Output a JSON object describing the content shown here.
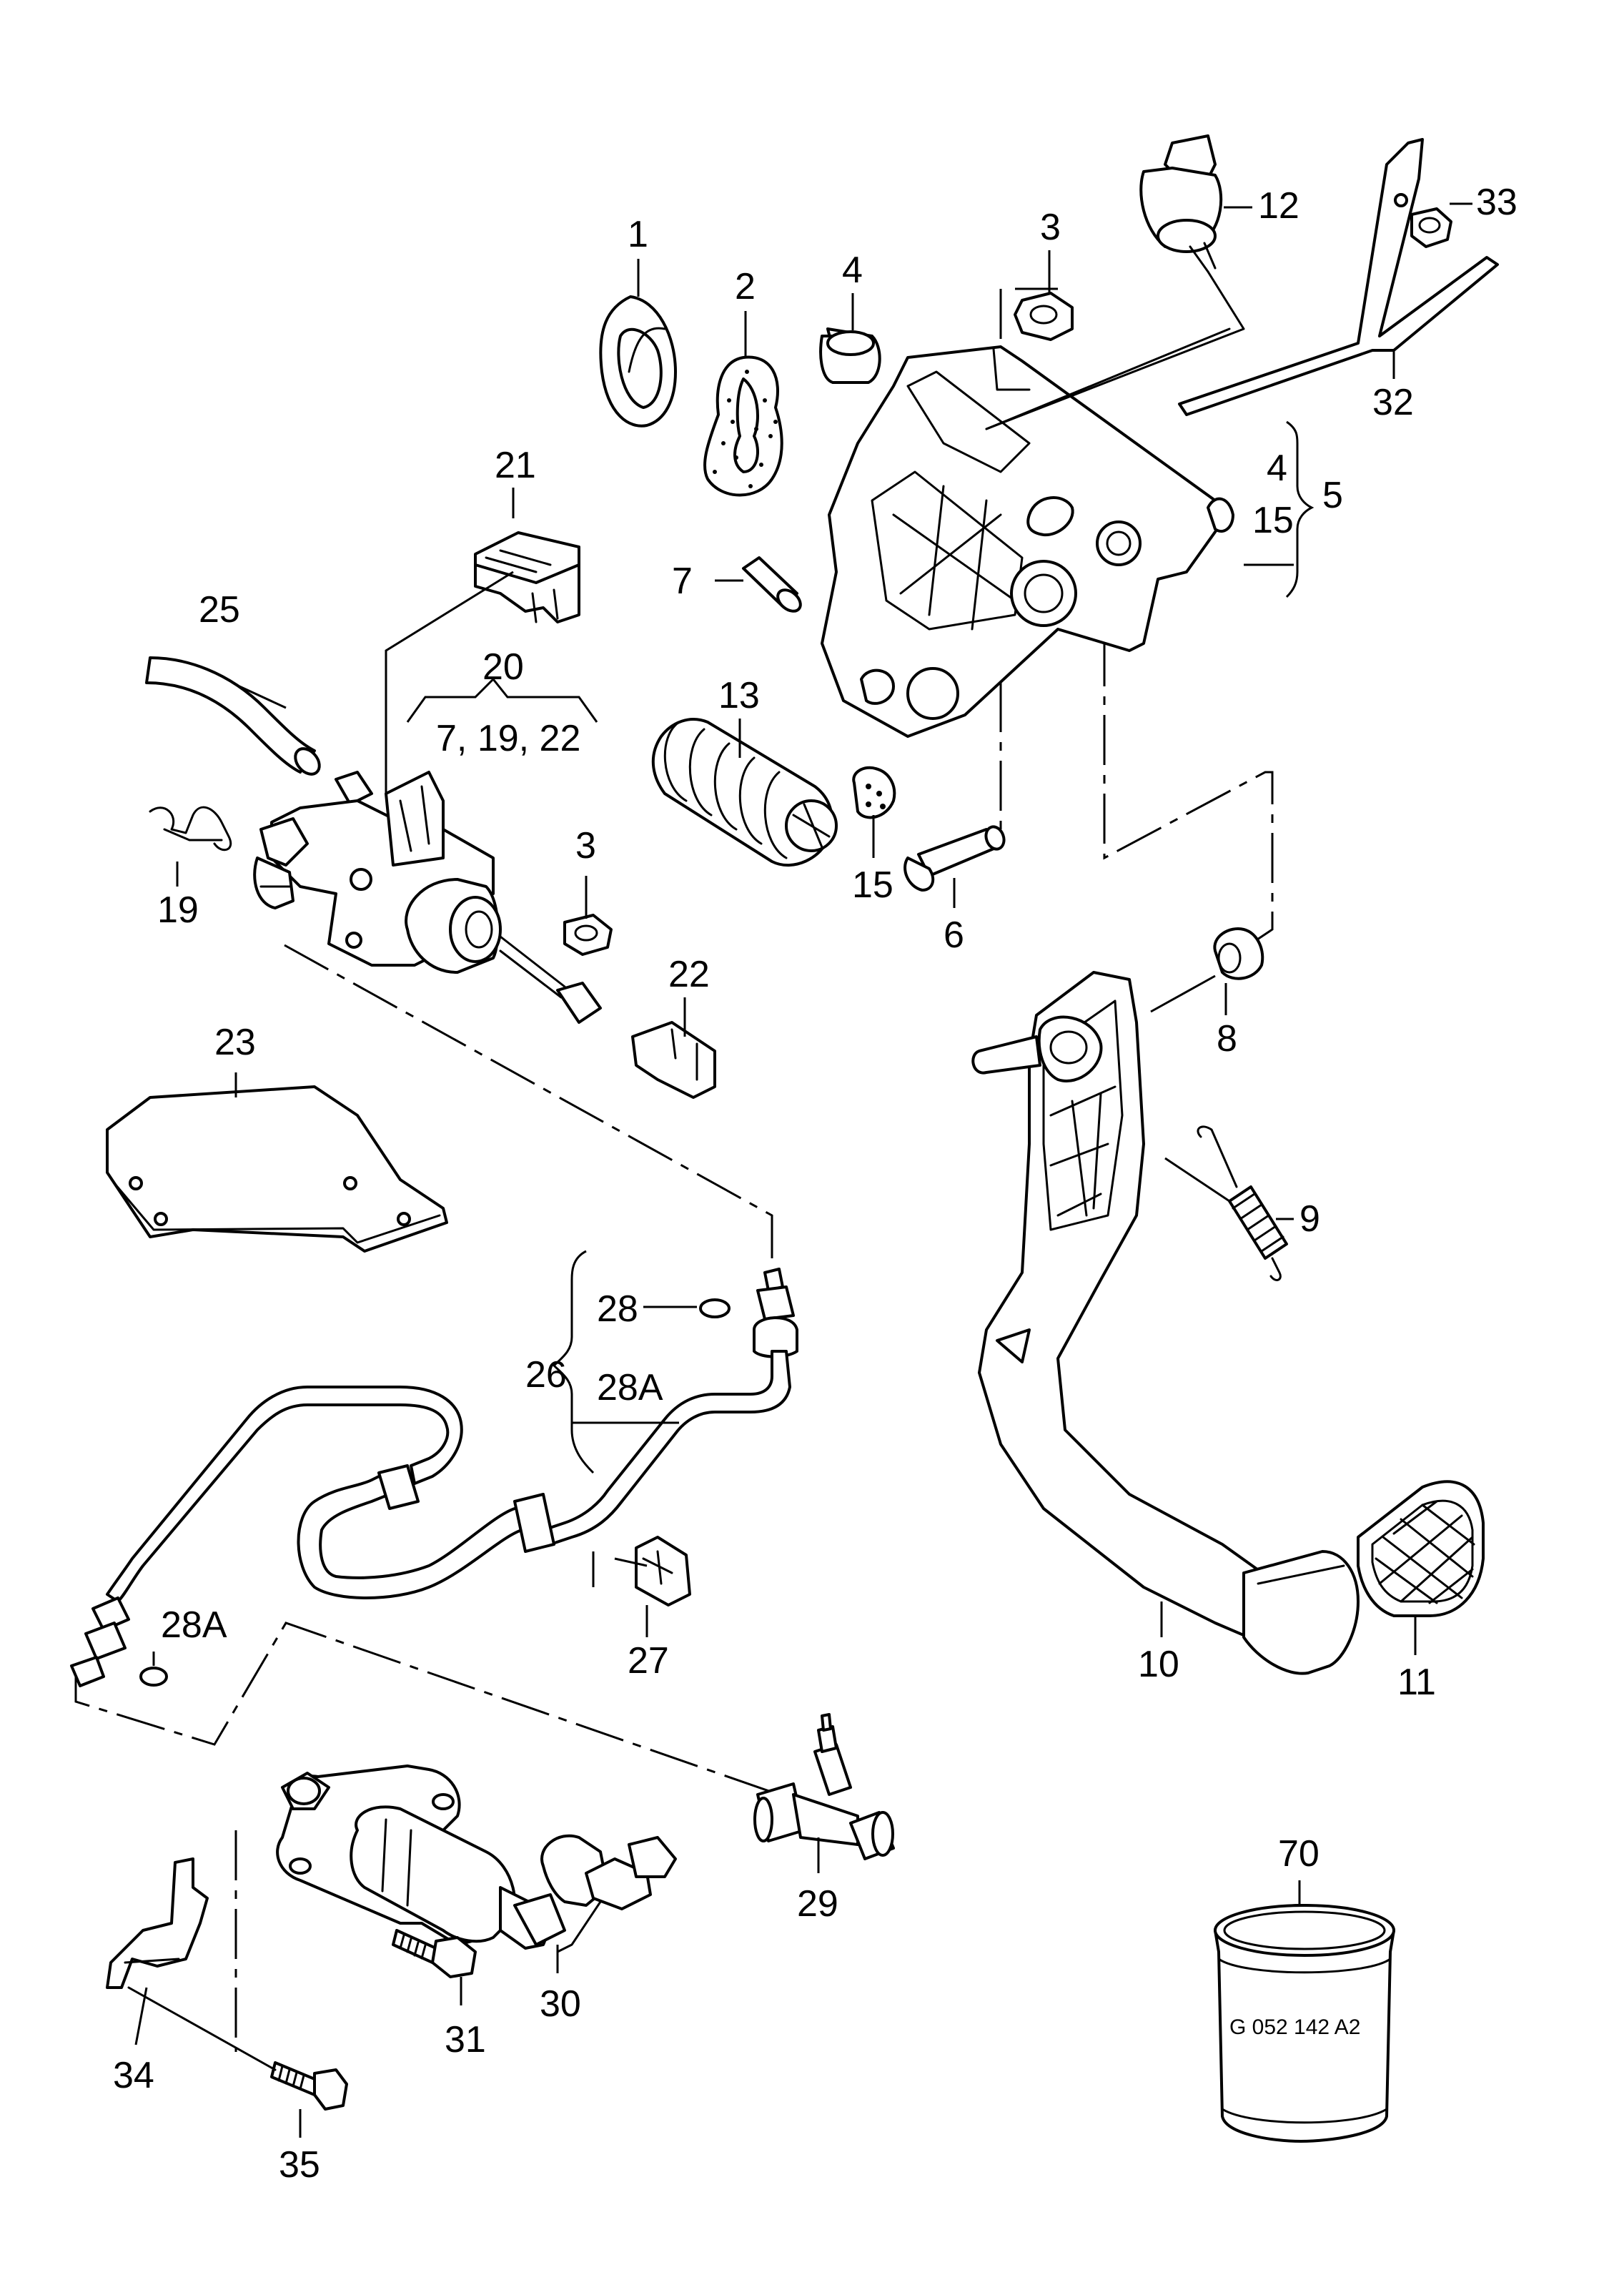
{
  "diagram": {
    "labels": {
      "p1": "1",
      "p2": "2",
      "p3a": "3",
      "p3b": "3",
      "p4a": "4",
      "p4b": "4",
      "p5": "5",
      "p6": "6",
      "p7": "7",
      "p8": "8",
      "p9": "9",
      "p10": "10",
      "p11": "11",
      "p12": "12",
      "p13": "13",
      "p15a": "15",
      "p15b": "15",
      "p19": "19",
      "p20": "20",
      "p20sub": "7, 19, 22",
      "p21": "21",
      "p22": "22",
      "p23": "23",
      "p25": "25",
      "p26": "26",
      "p27": "27",
      "p28": "28",
      "p28a1": "28A",
      "p28a2": "28A",
      "p29": "29",
      "p30": "30",
      "p31": "31",
      "p32": "32",
      "p33": "33",
      "p34": "34",
      "p35": "35",
      "p70": "70"
    },
    "stamp_text": "G 052 142 A2"
  }
}
